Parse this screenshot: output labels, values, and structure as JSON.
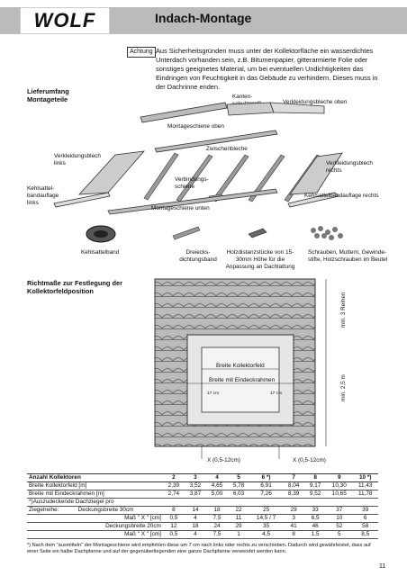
{
  "header": {
    "brand": "WOLF",
    "title": "Indach-Montage"
  },
  "notice": {
    "tag": "Achtung",
    "text": "Aus Sicherheitsgründen muss unter der Kollektorfläche ein wasserdichtes Unterdach vorhanden sein, z.B. Bitumenpapier, gitterarmierte Folie oder sonstiges geeignetes Material, um bei eventuellen Undichtigkeiten das Eindringen von Feuchtigkeit in das Gebäude zu verhindern. Dieses muss in der Dachrinne enden."
  },
  "parts": {
    "heading": "Lieferumfang Montageteile",
    "kantenschutzprofil": "Kanten-schutzprofil",
    "verkleidung_oben": "Verkleidungsbleche oben",
    "montageschiene_oben": "Montageschiene oben",
    "zwischenbleche": "Zwischenbleche",
    "verkleidung_links": "Verkleidungsblech links",
    "verkleidung_rechts": "Verkleidungsblech rechts",
    "kehlsattel_links": "Kehlsattel-bandauflage links",
    "verbindungsschiene": "Verbindungs-schiene",
    "montageschiene_unten": "Montageschiene unten",
    "kehlsattel_rechts": "Kehlsattelbandauflage rechts",
    "kehlsattelband": "Kehlsattelband",
    "dreiecksdichtungsband": "Dreiecks-dichtungsband",
    "holzdistanz": "Holzdistanzstücke von 15-30mm Höhe für die Anpassung an Dachlattung",
    "schrauben": "Schrauben, Muttern, Gewinde-stifte, Holzschrauben im Beutel"
  },
  "diagram": {
    "heading": "Richtmaße zur Festlegung der Kollektorfeldposition",
    "min_reihen": "min. 3 Reihen",
    "breite_kollektorfeld": "Breite Kollektorfeld",
    "breite_eindeckrahmen": "Breite mit Eindeckrahmen",
    "cm17_left": "17 cm",
    "cm17_right": "17 cm",
    "min_25": "min. 2,5 m",
    "x_left": "X (0,5-12cm)",
    "x_right": "X (0,5-12cm)"
  },
  "table": {
    "header": [
      "Anzahl Kollektoren",
      "2",
      "3",
      "4",
      "5",
      "6 *)",
      "7",
      "8",
      "9",
      "10 *)"
    ],
    "rows": [
      {
        "label": "Breite Kollektorfeld [m]",
        "sub": "",
        "values": [
          "2,39",
          "3,52",
          "4,65",
          "5,78",
          "6,91",
          "8,04",
          "9,17",
          "10,30",
          "11,43"
        ]
      },
      {
        "label": "Breite mit Eindeckrahmen [m]",
        "sub": "",
        "values": [
          "2,74",
          "3,87",
          "5,00",
          "6,03",
          "7,26",
          "8,39",
          "9,52",
          "10,65",
          "11,78"
        ]
      },
      {
        "label": "*)Auszudeckende Dachziegel pro",
        "sub": "",
        "values": [
          "",
          "",
          "",
          "",
          "",
          "",
          "",
          "",
          ""
        ]
      },
      {
        "label": "Ziegelreihe:",
        "sub": "Deckungsbreite 30cm",
        "values": [
          "8",
          "14",
          "18",
          "22",
          "25",
          "29",
          "33",
          "37",
          "39"
        ]
      },
      {
        "label": "",
        "sub": "Maß \" X \" [cm]",
        "values": [
          "0,5",
          "4",
          "7,5",
          "11",
          "14,5 / 7",
          "3",
          "6,5",
          "10",
          "6"
        ]
      },
      {
        "label": "",
        "sub": "Deckungsbreite 20cm",
        "values": [
          "12",
          "18",
          "24",
          "29",
          "35",
          "41",
          "46",
          "52",
          "58"
        ]
      },
      {
        "label": "",
        "sub": "Maß \" X \" [cm]",
        "values": [
          "0,5",
          "4",
          "7,5",
          "1",
          "4,5",
          "8",
          "1,5",
          "5",
          "8,5"
        ]
      }
    ]
  },
  "footnote": "*) Nach dem \"ausmitteln\" der Montageschiene wird empfohlen diese um 7 cm nach links oder rechts zu verschieben. Dadurch wird gewährleistet, dass auf einer Seite ein halbe Dachpfanne und auf der gegenüberliegenden eine ganze Dachpfanne verwendet werden kann.",
  "page_number": "11"
}
